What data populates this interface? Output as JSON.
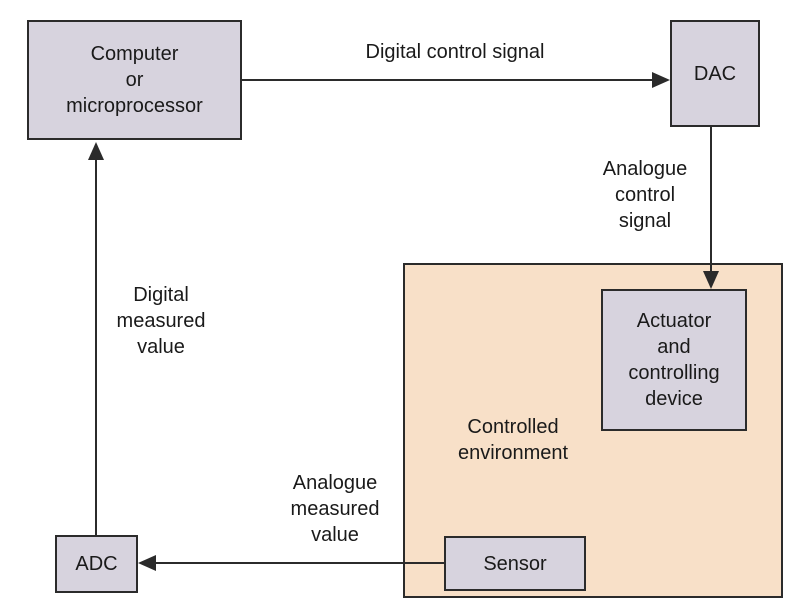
{
  "boxes": {
    "computer": [
      "Computer",
      "or",
      "microprocessor"
    ],
    "dac": [
      "DAC"
    ],
    "actuator": [
      "Actuator",
      "and",
      "controlling",
      "device"
    ],
    "sensor": [
      "Sensor"
    ],
    "adc": [
      "ADC"
    ]
  },
  "environment_label": [
    "Controlled",
    "environment"
  ],
  "arrow_labels": {
    "digital_control": [
      "Digital control signal"
    ],
    "analogue_control": [
      "Analogue",
      "control",
      "signal"
    ],
    "digital_measured": [
      "Digital",
      "measured",
      "value"
    ],
    "analogue_measured": [
      "Analogue",
      "measured",
      "value"
    ]
  },
  "colors": {
    "box_fill": "#d7d3de",
    "environment_fill": "#f8e0c8",
    "stroke": "#2b2b2b"
  }
}
